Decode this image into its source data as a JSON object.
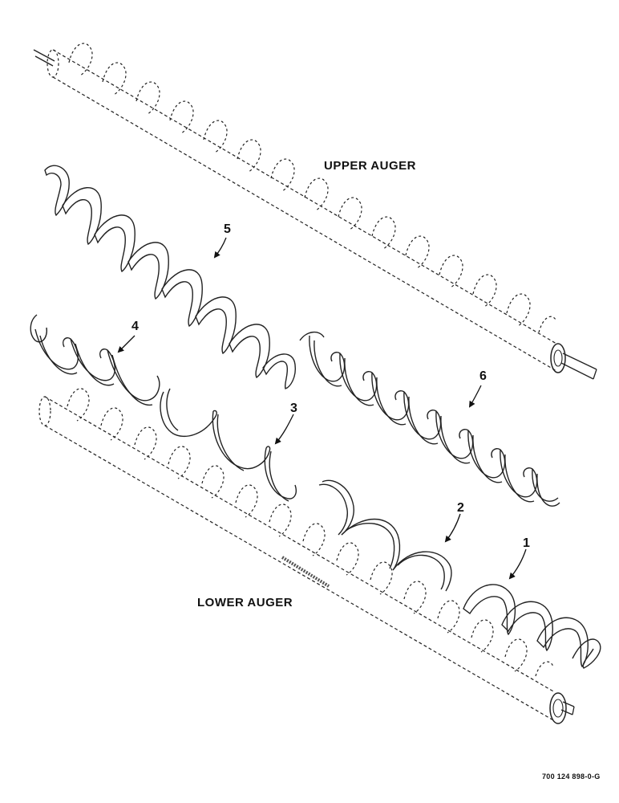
{
  "labels": {
    "upper_auger": "UPPER AUGER",
    "lower_auger": "LOWER AUGER"
  },
  "callouts": {
    "c1": "1",
    "c2": "2",
    "c3": "3",
    "c4": "4",
    "c5": "5",
    "c6": "6"
  },
  "document_number": "700 124 898-0-G"
}
